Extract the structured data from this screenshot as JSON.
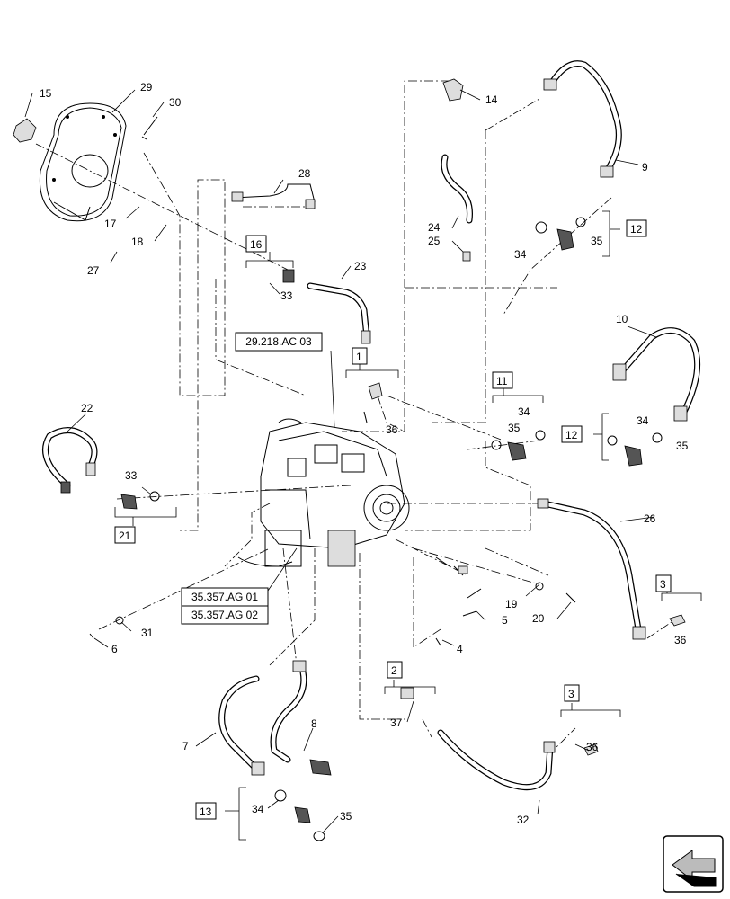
{
  "diagram": {
    "callouts": [
      {
        "id": "c15",
        "text": "15"
      },
      {
        "id": "c29",
        "text": "29"
      },
      {
        "id": "c30",
        "text": "30"
      },
      {
        "id": "c17",
        "text": "17"
      },
      {
        "id": "c18",
        "text": "18"
      },
      {
        "id": "c27",
        "text": "27"
      },
      {
        "id": "c28",
        "text": "28"
      },
      {
        "id": "c16",
        "text": "16"
      },
      {
        "id": "c33a",
        "text": "33"
      },
      {
        "id": "c23",
        "text": "23"
      },
      {
        "id": "c14",
        "text": "14"
      },
      {
        "id": "c24",
        "text": "24"
      },
      {
        "id": "c25",
        "text": "25"
      },
      {
        "id": "c9",
        "text": "9"
      },
      {
        "id": "c34a",
        "text": "34"
      },
      {
        "id": "c35a",
        "text": "35"
      },
      {
        "id": "c12a",
        "text": "12"
      },
      {
        "id": "c1",
        "text": "1"
      },
      {
        "id": "c36a",
        "text": "36"
      },
      {
        "id": "c11",
        "text": "11"
      },
      {
        "id": "c34b",
        "text": "34"
      },
      {
        "id": "c35b",
        "text": "35"
      },
      {
        "id": "c10",
        "text": "10"
      },
      {
        "id": "c12b",
        "text": "12"
      },
      {
        "id": "c34c",
        "text": "34"
      },
      {
        "id": "c35c",
        "text": "35"
      },
      {
        "id": "c22",
        "text": "22"
      },
      {
        "id": "c33b",
        "text": "33"
      },
      {
        "id": "c21",
        "text": "21"
      },
      {
        "id": "c26",
        "text": "26"
      },
      {
        "id": "c3a",
        "text": "3"
      },
      {
        "id": "c36b",
        "text": "36"
      },
      {
        "id": "c19",
        "text": "19"
      },
      {
        "id": "c20",
        "text": "20"
      },
      {
        "id": "c5",
        "text": "5"
      },
      {
        "id": "c4",
        "text": "4"
      },
      {
        "id": "c6",
        "text": "6"
      },
      {
        "id": "c31",
        "text": "31"
      },
      {
        "id": "c2",
        "text": "2"
      },
      {
        "id": "c37",
        "text": "37"
      },
      {
        "id": "c3b",
        "text": "3"
      },
      {
        "id": "c36c",
        "text": "36"
      },
      {
        "id": "c8",
        "text": "8"
      },
      {
        "id": "c7",
        "text": "7"
      },
      {
        "id": "c13",
        "text": "13"
      },
      {
        "id": "c34d",
        "text": "34"
      },
      {
        "id": "c35d",
        "text": "35"
      },
      {
        "id": "c32",
        "text": "32"
      }
    ],
    "references": {
      "ref_29218": "29.218.AC 03",
      "ref_35357_01": "35.357.AG 01",
      "ref_35357_02": "35.357.AG 02"
    },
    "nav_icon": "arrow-icon"
  }
}
